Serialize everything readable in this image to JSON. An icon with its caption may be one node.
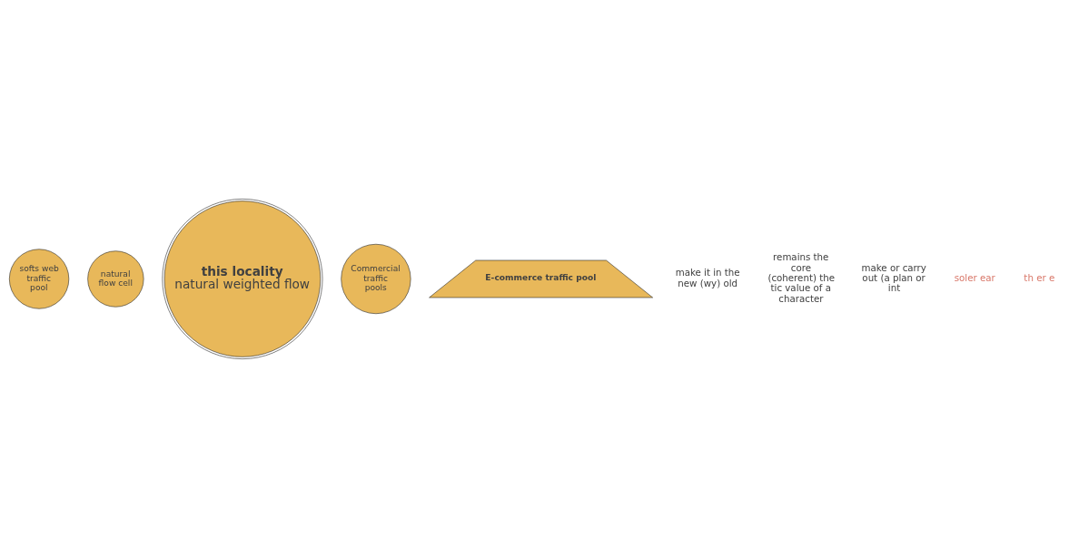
{
  "diagram": {
    "nodes": [
      {
        "text": [
          "softs web traffic pool"
        ]
      },
      {
        "text": [
          "natural flow cell"
        ]
      },
      {
        "text": [
          "this locality",
          "natural weighted flow"
        ]
      },
      {
        "text": [
          "Commercial traffic pools"
        ]
      },
      {
        "text": [
          "E-commerce traffic pool"
        ]
      }
    ],
    "labels": [
      "make it in the new (wy) old",
      "remains the core (coherent) the tic value of a character",
      "make or carry out (a plan or int",
      "soler ear",
      "th er e"
    ]
  }
}
